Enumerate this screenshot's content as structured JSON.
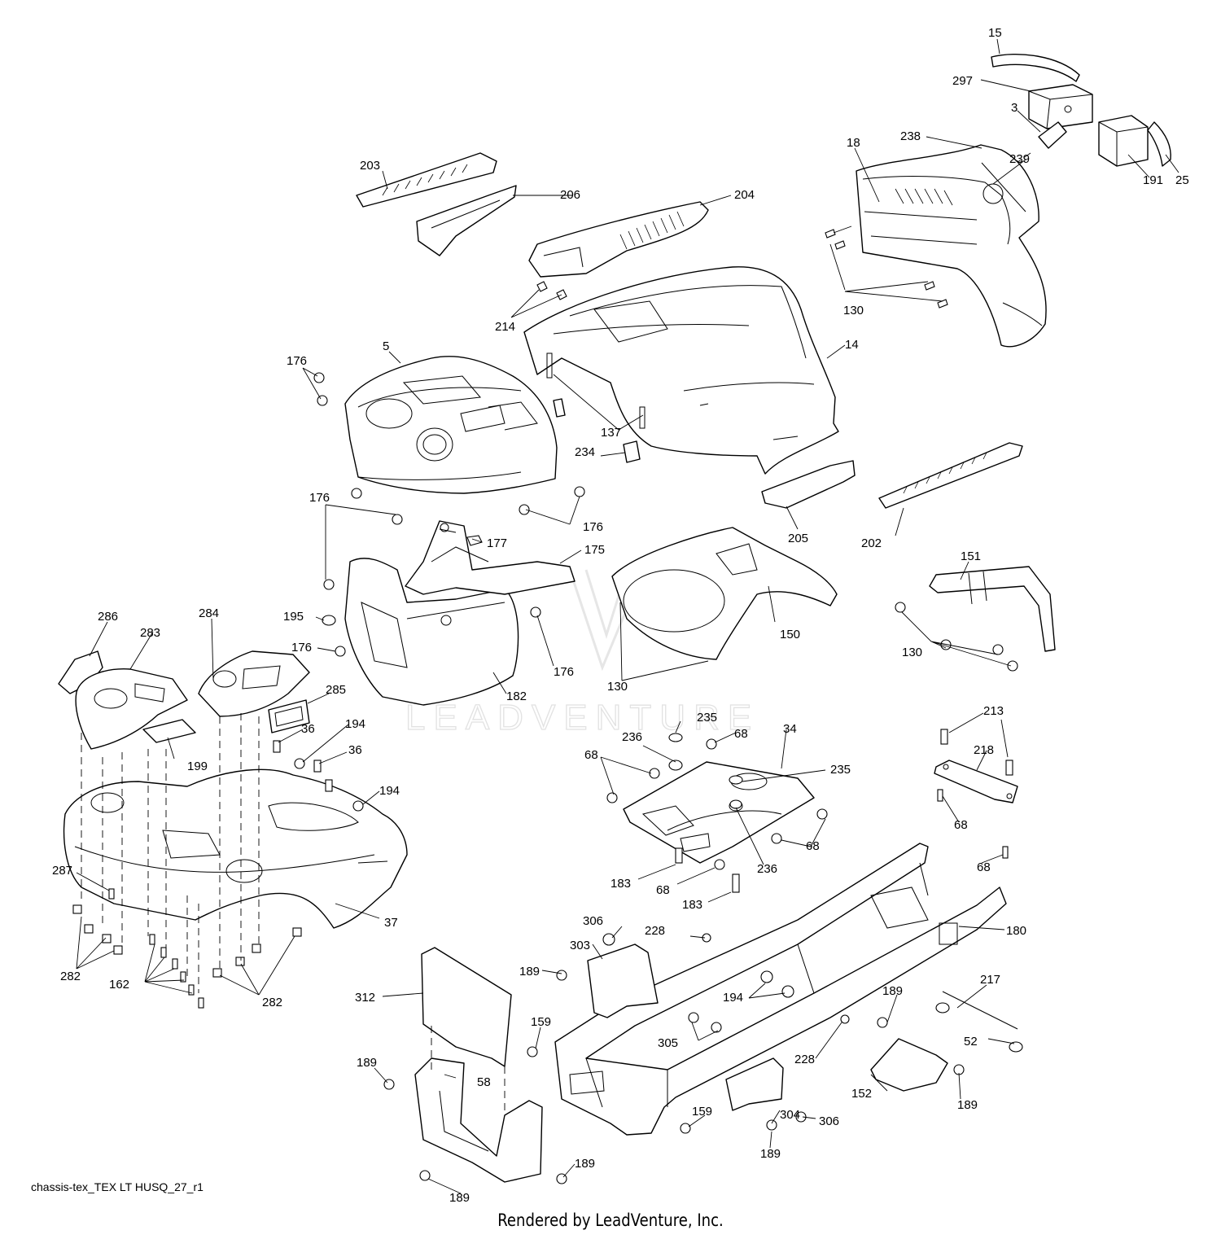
{
  "diagram": {
    "id_label": "chassis-tex_TEX LT HUSQ_27_r1",
    "credit": "Rendered by LeadVenture, Inc.",
    "watermark": "LEADVENTURE"
  },
  "callouts": {
    "c15": "15",
    "c297": "297",
    "c3": "3",
    "c238": "238",
    "c18": "18",
    "c239": "239",
    "c191": "191",
    "c25": "25",
    "c130a": "130",
    "c203": "203",
    "c206": "206",
    "c204": "204",
    "c214": "214",
    "c5": "5",
    "c14": "14",
    "c176a": "176",
    "c137": "137",
    "c234": "234",
    "c176b": "176",
    "c176c": "176",
    "c177": "177",
    "c175": "175",
    "c205": "205",
    "c202": "202",
    "c151": "151",
    "c150": "150",
    "c130b": "130",
    "c195": "195",
    "c176d": "176",
    "c176e": "176",
    "c182": "182",
    "c130c": "130",
    "c286": "286",
    "c283": "283",
    "c284": "284",
    "c285": "285",
    "c36a": "36",
    "c194a": "194",
    "c36b": "36",
    "c194b": "194",
    "c199": "199",
    "c235a": "235",
    "c68a": "68",
    "c236a": "236",
    "c68b": "68",
    "c34": "34",
    "c235b": "235",
    "c213": "213",
    "c218": "218",
    "c68c": "68",
    "c68d": "68",
    "c68e": "68",
    "c236b": "236",
    "c183a": "183",
    "c68f": "68",
    "c183b": "183",
    "c287": "287",
    "c37": "37",
    "c306a": "306",
    "c228a": "228",
    "c180": "180",
    "c189a": "189",
    "c303": "303",
    "c194c": "194",
    "c282a": "282",
    "c162": "162",
    "c282b": "282",
    "c312": "312",
    "c189b": "189",
    "c217": "217",
    "c159a": "159",
    "c305": "305",
    "c52": "52",
    "c228b": "228",
    "c189c": "189",
    "c58": "58",
    "c152": "152",
    "c189d": "189",
    "c159b": "159",
    "c304": "304",
    "c306b": "306",
    "c189e": "189",
    "c189f": "189",
    "c189g": "189"
  }
}
